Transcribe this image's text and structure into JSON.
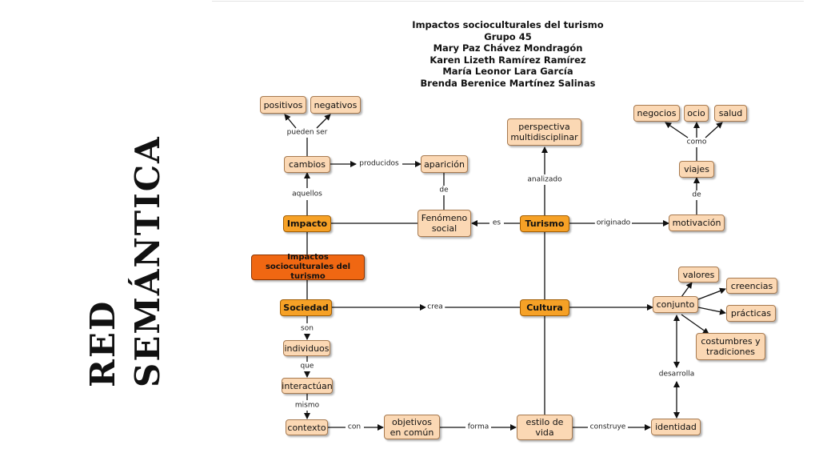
{
  "side_title": [
    "RED",
    "SEMÁNTICA"
  ],
  "header": [
    "Impactos socioculturales del turismo",
    "Grupo 45",
    "Mary Paz Chávez Mondragón",
    "Karen Lizeth Ramírez Ramírez",
    "María Leonor Lara García",
    "Brenda Berenice Martínez Salinas"
  ],
  "nodes": {
    "positivos": "positivos",
    "negativos": "negativos",
    "cambios": "cambios",
    "aparicion": "aparición",
    "impacto": "Impacto",
    "fenomeno": "Fenómeno social",
    "turismo": "Turismo",
    "perspectiva": "perspectiva multidisciplinar",
    "negocios": "negocios",
    "ocio": "ocio",
    "salud": "salud",
    "viajes": "viajes",
    "motivacion": "motivación",
    "impactos_main": "Impactos socioculturales del turismo",
    "sociedad": "Sociedad",
    "cultura": "Cultura",
    "valores": "valores",
    "creencias": "creencias",
    "practicas": "prácticas",
    "conjunto": "conjunto",
    "costumbres": "costumbres y tradiciones",
    "individuos": "individuos",
    "interactuan": "interactúan",
    "contexto": "contexto",
    "objetivos": "objetivos en común",
    "estilo": "estilo de vida",
    "identidad": "identidad"
  },
  "labels": {
    "pueden_ser": "pueden ser",
    "producidos": "producidos",
    "aquellos": "aquellos",
    "de1": "de",
    "es": "es",
    "analizado": "analizado",
    "como": "como",
    "de2": "de",
    "originado": "originado",
    "crea": "crea",
    "son": "son",
    "que": "que",
    "mismo": "mismo",
    "con": "con",
    "forma": "forma",
    "construye": "construye",
    "desarrolla": "desarrolla"
  }
}
